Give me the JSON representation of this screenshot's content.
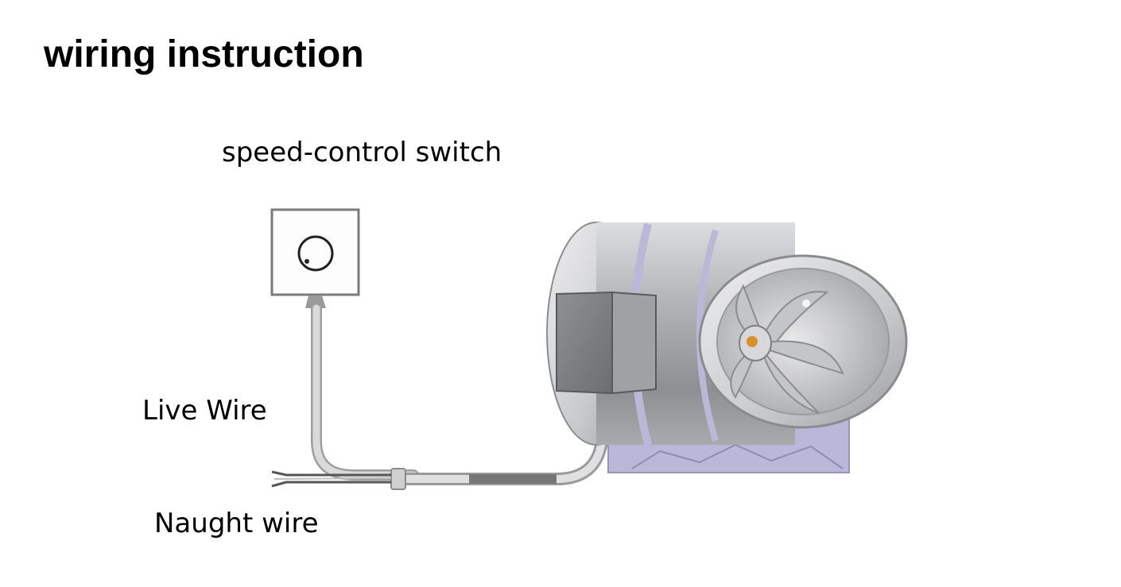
{
  "title": "wiring instruction",
  "labels": {
    "switch": "speed-control switch",
    "live_wire": "Live Wire",
    "naught_wire": "Naught wire"
  },
  "colors": {
    "fan_body": "#a9aaac",
    "fan_mount": "#b9b8d8",
    "wire": "#d4d4d4"
  }
}
